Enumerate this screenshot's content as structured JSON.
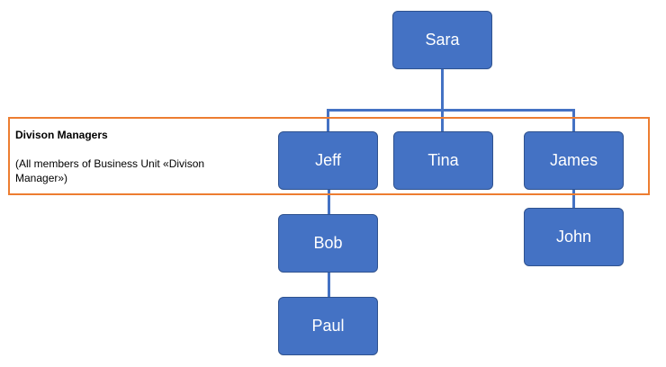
{
  "colors": {
    "node_fill": "#4472c4",
    "node_border": "#2f528f",
    "connector": "#4472c4",
    "highlight_border": "#ed7d31",
    "node_text": "#ffffff"
  },
  "group": {
    "title": "Divison Managers",
    "description": "(All members of Business Unit «Divison Manager»)"
  },
  "nodes": {
    "sara": "Sara",
    "jeff": "Jeff",
    "tina": "Tina",
    "james": "James",
    "bob": "Bob",
    "paul": "Paul",
    "john": "John"
  },
  "relations": [
    {
      "parent": "Sara",
      "child": "Jeff"
    },
    {
      "parent": "Sara",
      "child": "Tina"
    },
    {
      "parent": "Sara",
      "child": "James"
    },
    {
      "parent": "Jeff",
      "child": "Bob"
    },
    {
      "parent": "Bob",
      "child": "Paul"
    },
    {
      "parent": "James",
      "child": "John"
    }
  ]
}
